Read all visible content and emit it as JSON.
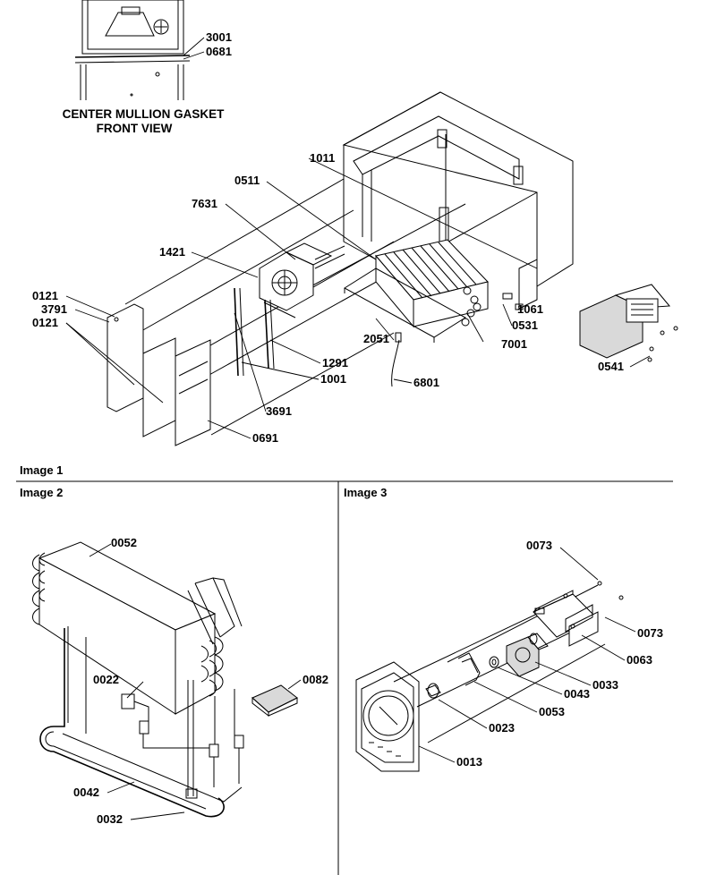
{
  "caption": {
    "line1": "CENTER MULLION GASKET",
    "line2": "FRONT VIEW"
  },
  "panels": {
    "image1": "Image 1",
    "image2": "Image 2",
    "image3": "Image 3"
  },
  "top_parts": {
    "p3001": "3001",
    "p0681": "0681",
    "p1011": "1011",
    "p0511": "0511",
    "p7631": "7631",
    "p1421": "1421",
    "p0121a": "0121",
    "p3791": "3791",
    "p0121b": "0121",
    "p1061": "1061",
    "p0531": "0531",
    "p2051": "2051",
    "p7001": "7001",
    "p1291": "1291",
    "p0541": "0541",
    "p1001": "1001",
    "p6801": "6801",
    "p3691": "3691",
    "p0691": "0691"
  },
  "image2_parts": {
    "p0052": "0052",
    "p0022": "0022",
    "p0082": "0082",
    "p0042": "0042",
    "p0032": "0032"
  },
  "image3_parts": {
    "p0073a": "0073",
    "p0073b": "0073",
    "p0063": "0063",
    "p0033": "0033",
    "p0043": "0043",
    "p0053": "0053",
    "p0023": "0023",
    "p0013": "0013"
  }
}
